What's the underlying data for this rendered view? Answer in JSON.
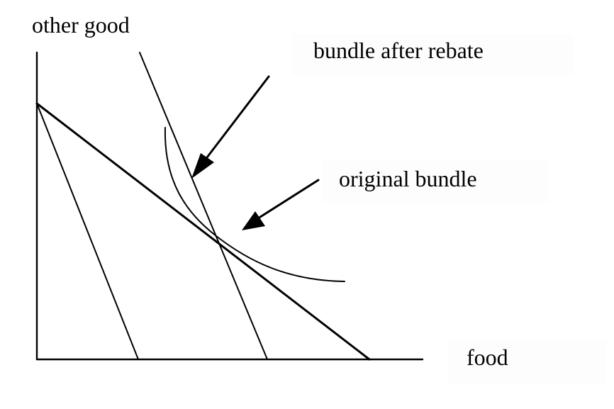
{
  "diagram": {
    "y_axis_label": "other good",
    "x_axis_label": "food",
    "annotations": {
      "after_rebate": "bundle after rebate",
      "original": "original bundle"
    }
  },
  "colors": {
    "ink": "#000000",
    "background": "#ffffff"
  }
}
